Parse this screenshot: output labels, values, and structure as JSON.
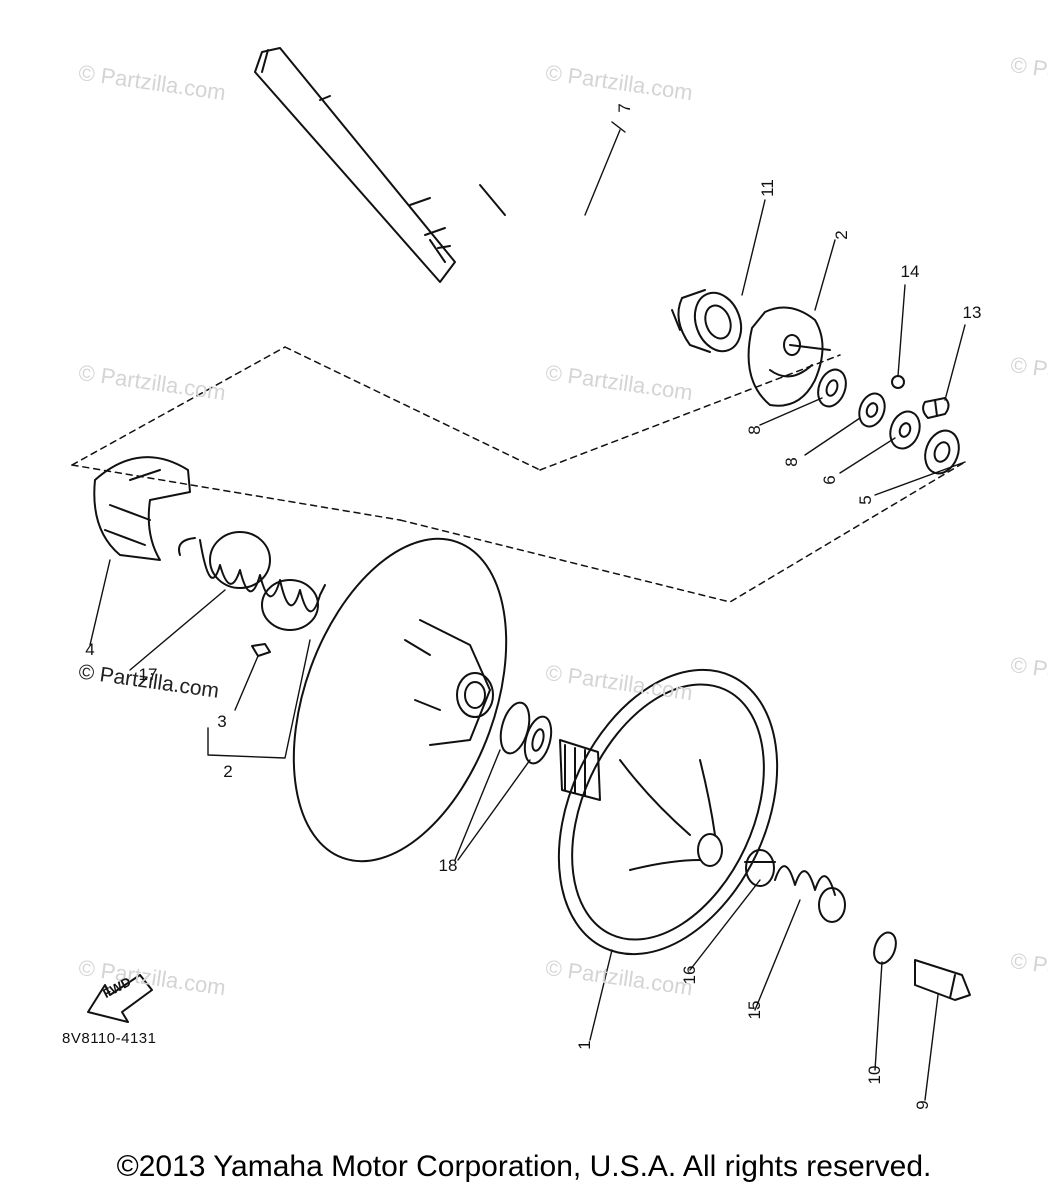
{
  "watermark_text": "© Partzilla.com",
  "callouts": {
    "c7": "7",
    "c11": "11",
    "c2_top": "2",
    "c14": "14",
    "c13": "13",
    "c8_a": "8",
    "c8_b": "8",
    "c6": "6",
    "c5": "5",
    "c4": "4",
    "c17": "17",
    "c3": "3",
    "c2_low": "2",
    "c18": "18",
    "c16": "16",
    "c15": "15",
    "c1": "1",
    "c10": "10",
    "c9": "9"
  },
  "fwd_label": "FWD",
  "diagram_code": "8V8110-4131",
  "copyright": "©2013 Yamaha Motor Corporation, U.S.A. All rights reserved."
}
